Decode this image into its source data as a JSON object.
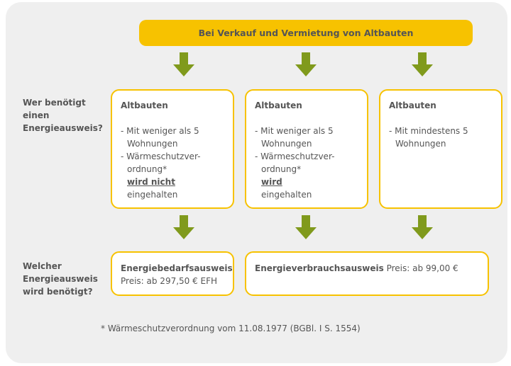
{
  "header": {
    "title": "Bei Verkauf und Vermietung von Altbauten"
  },
  "row_labels": {
    "who_line1": "Wer benötigt",
    "who_line2": "einen",
    "who_line3": "Energieausweis?",
    "which_line1": "Welcher",
    "which_line2": "Energieausweis",
    "which_line3": "wird benötigt?"
  },
  "cases": [
    {
      "title": "Altbauten",
      "line1": "- Mit weniger als 5",
      "line2": "Wohnungen",
      "line3": "- Wärmeschutzver-",
      "line4": "ordnung*",
      "emphasis": "wird nicht",
      "line5": "eingehalten"
    },
    {
      "title": "Altbauten",
      "line1": "- Mit weniger als 5",
      "line2": "Wohnungen",
      "line3": "- Wärmeschutzver-",
      "line4": "ordnung*",
      "emphasis": "wird",
      "line5": "eingehalten"
    },
    {
      "title": "Altbauten",
      "line1": "- Mit mindestens 5",
      "line2": "Wohnungen"
    }
  ],
  "results": [
    {
      "title": "Energiebedarfsausweis",
      "price": "Preis: ab 297,50 € EFH"
    },
    {
      "title": "Energieverbrauchsausweis",
      "price": "Preis: ab 99,00 €"
    }
  ],
  "footnote": "* Wärmeschutzverordnung vom 11.08.1977 (BGBl. I S. 1554)",
  "colors": {
    "accent_yellow": "#f7c200",
    "arrow_green": "#809a1c",
    "panel_gray": "#efefef",
    "text_gray": "#555555"
  },
  "icons": {
    "arrow": "arrow-down-icon"
  }
}
